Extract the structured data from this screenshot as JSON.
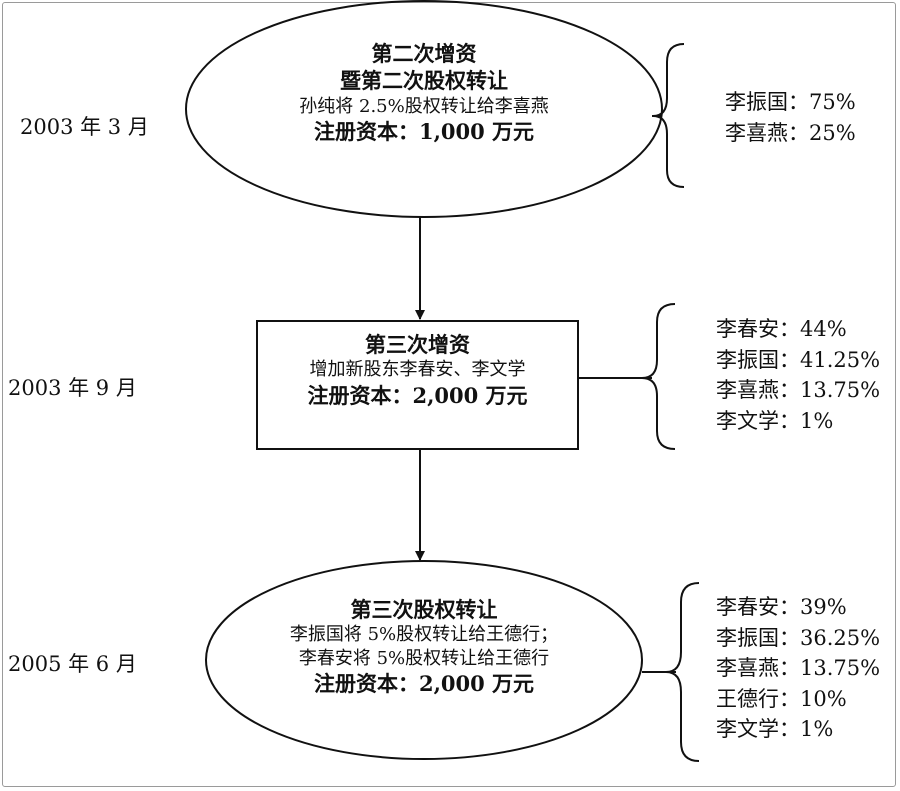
{
  "stages": [
    {
      "date": "2003 年 3 月",
      "title_lines": [
        "第二次增资",
        "暨第二次股权转让"
      ],
      "details": [
        "孙纯将 2.5%股权转让给李喜燕"
      ],
      "capital": "注册资本：1,000 万元",
      "shareholders": [
        "李振国：75%",
        "李喜燕：25%"
      ]
    },
    {
      "date": "2003 年 9 月",
      "title_lines": [
        "第三次增资"
      ],
      "details": [
        "增加新股东李春安、李文学"
      ],
      "capital": "注册资本：2,000 万元",
      "shareholders": [
        "李春安：44%",
        "李振国：41.25%",
        "李喜燕：13.75%",
        "李文学：1%"
      ]
    },
    {
      "date": "2005 年 6 月",
      "title_lines": [
        "第三次股权转让"
      ],
      "details": [
        "李振国将 5%股权转让给王德行；",
        "李春安将 5%股权转让给王德行"
      ],
      "capital": "注册资本：2,000 万元",
      "shareholders": [
        "李春安：39%",
        "李振国：36.25%",
        "李喜燕：13.75%",
        "王德行：10%",
        "李文学：1%"
      ]
    }
  ]
}
